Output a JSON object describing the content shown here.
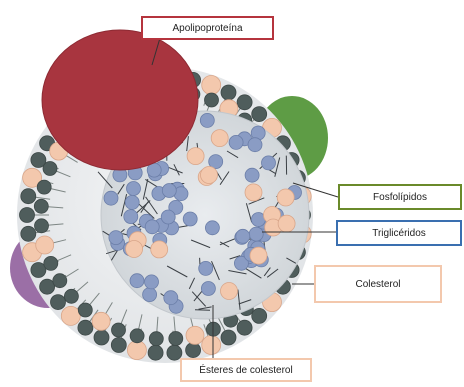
{
  "labels": {
    "apolipoproteina": "Apolipoproteína",
    "fosfolipidos": "Fosfolípidos",
    "trigliceridos": "Triglicéridos",
    "colesterol": "Colesterol",
    "esteres_colesterol": "Ésteres de colesterol"
  },
  "colors": {
    "apolipoproteina": "#a8353f",
    "fosfolipidos": "#6a8a2a",
    "trigliceridos": "#3a6fb0",
    "colesterol": "#f3c8ad",
    "esteres_colesterol": "#f3c8ad",
    "green_protein": "#5e9c45",
    "purple_protein": "#9b6fa6",
    "phospholipid_head": "#4f5d5c",
    "triglyceride_ball": "#8a9cc4"
  }
}
